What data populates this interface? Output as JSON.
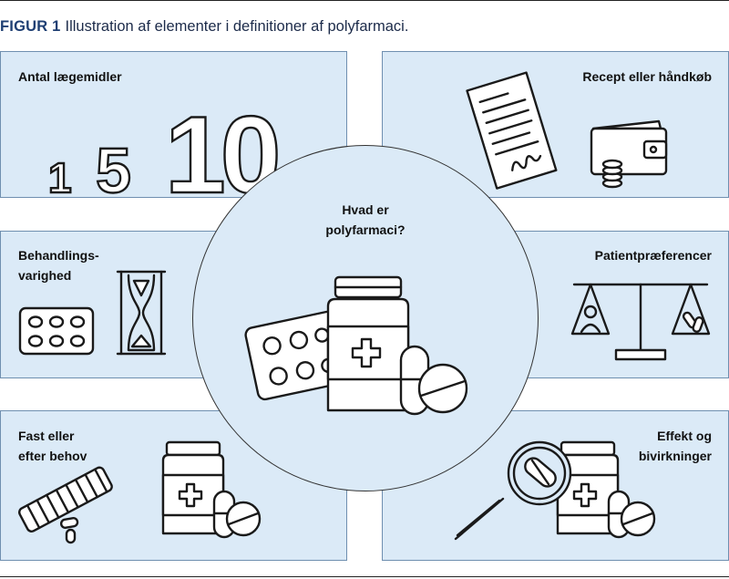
{
  "caption": {
    "figure_label": "FIGUR 1",
    "text": "Illustration af elementer i definitioner af polyfarmaci."
  },
  "center": {
    "title_lines": [
      "Hvad er",
      "polyfarmaci?"
    ]
  },
  "panels": {
    "antal": {
      "label_lines": [
        "Antal lægemidler"
      ],
      "numbers": [
        "1",
        "5",
        "10"
      ]
    },
    "recept": {
      "label_lines": [
        "Recept eller håndkøb"
      ]
    },
    "behandling": {
      "label_lines": [
        "Behandlings-",
        "varighed"
      ]
    },
    "patient": {
      "label_lines": [
        "Patientpræferencer"
      ]
    },
    "fast": {
      "label_lines": [
        "Fast eller",
        "efter behov"
      ]
    },
    "effekt": {
      "label_lines": [
        "Effekt og",
        "bivirkninger"
      ]
    }
  },
  "colors": {
    "panel_fill": "#dbeaf7",
    "panel_border": "#6f8fb0",
    "caption_label": "#1f3f73",
    "line_art": "#1a1a1a"
  }
}
